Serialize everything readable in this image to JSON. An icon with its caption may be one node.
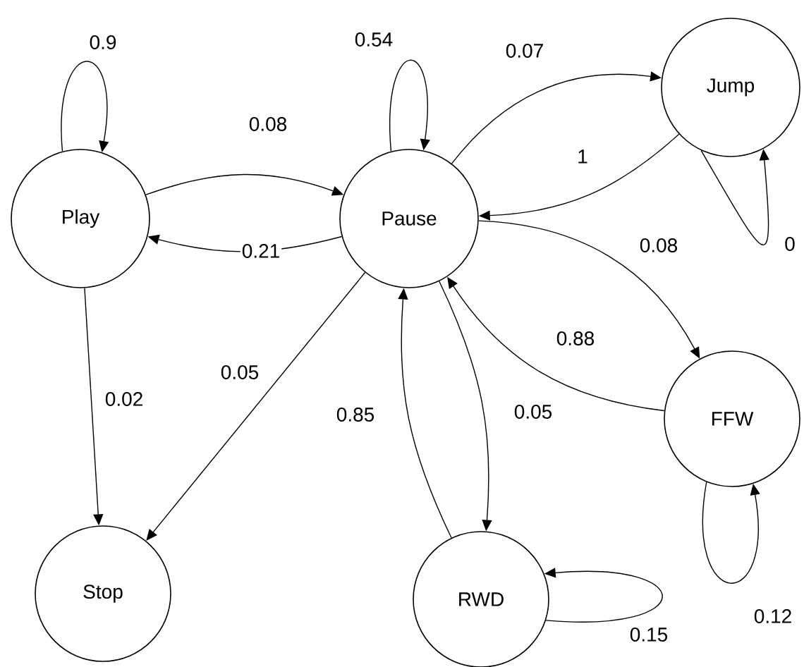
{
  "diagram": {
    "nodes": [
      {
        "text": [
          "Play"
        ]
      },
      {
        "text": [
          "Pause"
        ]
      },
      {
        "text": [
          "Jump"
        ]
      },
      {
        "text": [
          "FFW"
        ]
      },
      {
        "text": [
          "Stop"
        ]
      },
      {
        "text": [
          "RWD"
        ]
      }
    ],
    "edges": [
      {
        "from": 0,
        "to": 0,
        "arrow": "to",
        "label": "0.9"
      },
      {
        "from": 0,
        "to": 1,
        "arrow": "to",
        "label": "0.08"
      },
      {
        "from": 1,
        "to": 0,
        "arrow": "to",
        "label": "0.21"
      },
      {
        "from": 1,
        "to": 1,
        "arrow": "to",
        "label": "0.54"
      },
      {
        "from": 1,
        "to": 2,
        "arrow": "to",
        "label": "0.07"
      },
      {
        "from": 2,
        "to": 1,
        "arrow": "to",
        "label": "1"
      },
      {
        "from": 2,
        "to": 2,
        "arrow": "to",
        "label": "0"
      },
      {
        "from": 1,
        "to": 3,
        "arrow": "to",
        "label": "0.08"
      },
      {
        "from": 3,
        "to": 1,
        "arrow": "to",
        "label": "0.88"
      },
      {
        "from": 3,
        "to": 3,
        "arrow": "to",
        "label": "0.12"
      },
      {
        "from": 0,
        "to": 4,
        "arrow": "to",
        "label": "0.02"
      },
      {
        "from": 1,
        "to": 4,
        "arrow": "to",
        "label": "0.05"
      },
      {
        "from": 5,
        "to": 1,
        "arrow": "to",
        "label": "0.85"
      },
      {
        "from": 1,
        "to": 5,
        "arrow": "to",
        "label": "0.05"
      },
      {
        "from": 5,
        "to": 5,
        "arrow": "to",
        "label": "0.15"
      }
    ]
  }
}
